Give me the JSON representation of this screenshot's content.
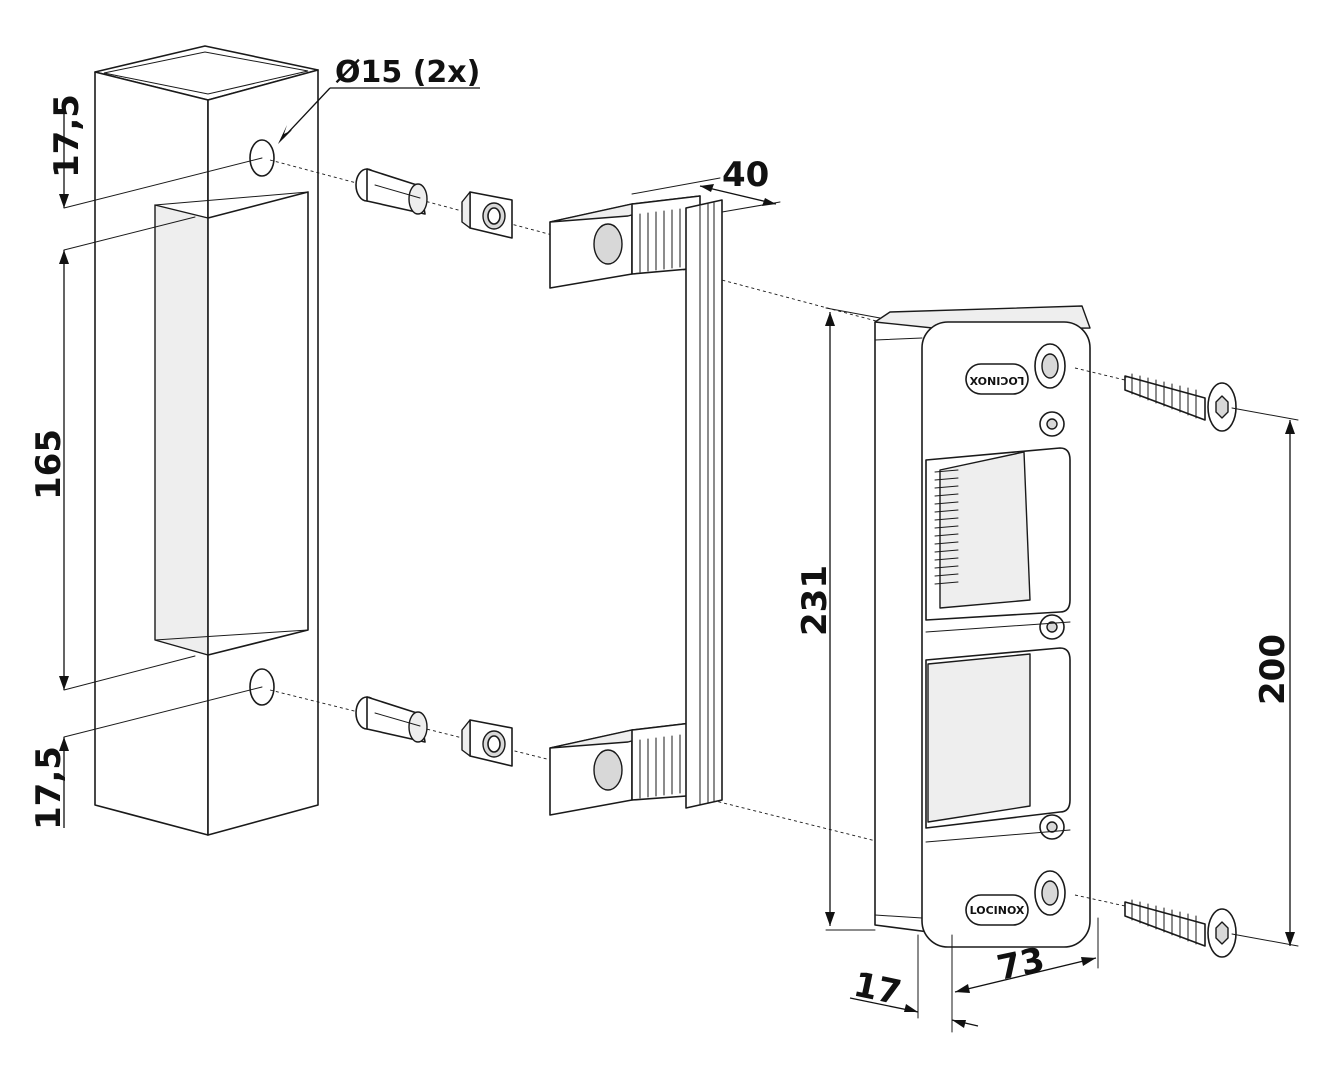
{
  "labels": {
    "hole_note": "Ø15 (2x)",
    "dim_top_offset": "17,5",
    "dim_hole_spacing": "165",
    "dim_bottom_offset": "17,5",
    "dim_bracket_depth": "40",
    "dim_height": "231",
    "dim_screw_spacing": "200",
    "dim_width": "73",
    "dim_thickness": "17"
  },
  "logos": {
    "top": "LOCINOX",
    "bottom": "LOCINOX"
  },
  "colors": {
    "line": "#1a1a1a",
    "background": "#ffffff"
  }
}
